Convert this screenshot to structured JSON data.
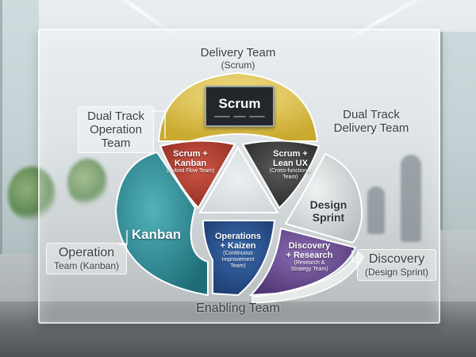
{
  "diagram": {
    "delivery_team": {
      "title": "Delivery Team",
      "subtitle": "(Scrum)"
    },
    "dual_track_operation": {
      "line1": "Dual Track",
      "line2": "Operation",
      "line3": "Team"
    },
    "dual_track_delivery": {
      "line1": "Dual Track",
      "line2": "Delivery Team"
    },
    "operation_team": {
      "title": "Operation",
      "subtitle": "Team (Kanban)"
    },
    "discovery": {
      "title": "Discovery",
      "subtitle": "(Design Sprint)"
    },
    "enabling_team": {
      "title": "Enabling Team"
    },
    "segments": {
      "scrum": {
        "label": "Scrum"
      },
      "scrum_kanban": {
        "line1": "Scrum +",
        "line2": "Kanban",
        "note": "(Hybrid Flow Team)"
      },
      "scrum_lean_ux": {
        "line1": "Scrum +",
        "line2": "Lean UX",
        "note": "(Cross-functional Team)"
      },
      "kanban": {
        "label": "Kanban"
      },
      "design_sprint": {
        "line1": "Design",
        "line2": "Sprint"
      },
      "ops_kaizen": {
        "line1": "Operations",
        "line2": "+ Kaizen",
        "note": "(Continuous Improvement Team)"
      },
      "discovery_research": {
        "line1": "Discovery",
        "line2": "+ Research",
        "note": "(Research & Strategy Team)"
      }
    },
    "colors": {
      "scrum": "#e3c64a",
      "scrum_kanban": "#b33a2e",
      "scrum_lean_ux": "#3f3f3f",
      "kanban": "#2f8f98",
      "design_sprint": "#d9dcdd",
      "ops_kaizen": "#274f8c",
      "discovery_research": "#6b4d8f"
    }
  }
}
